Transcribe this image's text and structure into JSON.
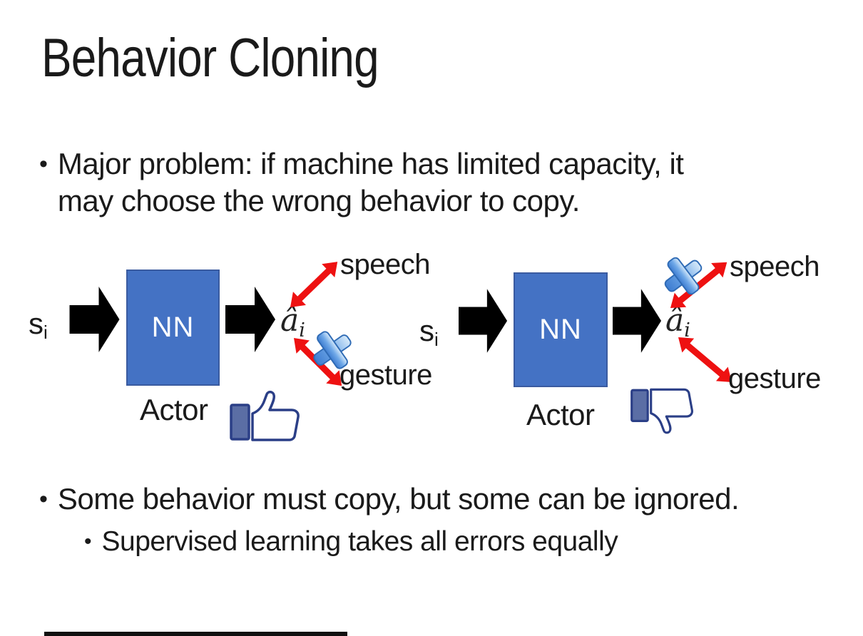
{
  "title": "Behavior Cloning",
  "bullets": {
    "marker": "•",
    "b1_line1": "Major problem: if machine has limited capacity, it",
    "b1_line2": "may choose the wrong behavior to copy.",
    "b2": "Some behavior must copy, but some can be ignored.",
    "b2_sub": "Supervised learning takes all errors equally"
  },
  "diagrams": {
    "left": {
      "input_base": "s",
      "input_sub": "i",
      "nn_label": "NN",
      "actor_label": "Actor",
      "output_base": "â",
      "output_sub": "i",
      "speech_label": "speech",
      "gesture_label": "gesture",
      "crossed_out": "gesture",
      "feedback_icon": "thumbs-up"
    },
    "right": {
      "input_base": "s",
      "input_sub": "i",
      "nn_label": "NN",
      "actor_label": "Actor",
      "output_base": "â",
      "output_sub": "i",
      "speech_label": "speech",
      "gesture_label": "gesture",
      "crossed_out": "speech",
      "feedback_icon": "thumbs-down"
    }
  },
  "colors": {
    "text": "#1A1A1A",
    "nn_box_fill": "#4472C4",
    "nn_box_border": "#3A5BA0",
    "block_arrow_black": "#000000",
    "double_arrow_red": "#EE1111",
    "cross_blue_light": "#D9EBFA",
    "cross_blue_mid": "#6FA8E8",
    "cross_blue_dark": "#3D7CD0",
    "cross_border": "#2F6BB5",
    "thumb_outline_navy": "#2B3F87",
    "thumb_cuff_fill": "#5B6EA5",
    "thumb_hand_fill": "#FFFFFF"
  }
}
